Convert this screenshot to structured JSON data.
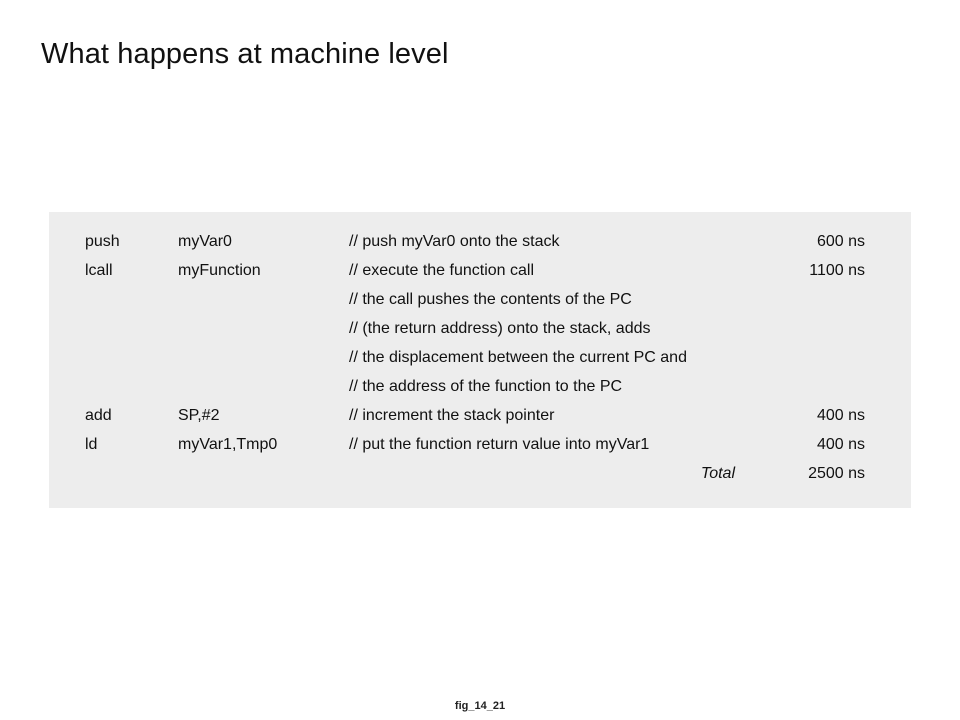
{
  "title": "What happens at machine level",
  "rows": [
    {
      "op": "push",
      "arg": "myVar0",
      "comment": "// push myVar0 onto the stack",
      "time": "600 ns"
    },
    {
      "op": "lcall",
      "arg": "myFunction",
      "comment": "// execute the function call",
      "time": "1100 ns"
    },
    {
      "op": "",
      "arg": "",
      "comment": "// the call pushes the contents of the PC",
      "time": ""
    },
    {
      "op": "",
      "arg": "",
      "comment": "// (the return address) onto the stack, adds",
      "time": ""
    },
    {
      "op": "",
      "arg": "",
      "comment": "// the displacement between the current PC and",
      "time": ""
    },
    {
      "op": "",
      "arg": "",
      "comment": "// the address of the function to the PC",
      "time": ""
    },
    {
      "op": "add",
      "arg": "SP,#2",
      "comment": "// increment the stack pointer",
      "time": "400 ns"
    },
    {
      "op": "ld",
      "arg": "myVar1,Tmp0",
      "comment": "// put the function return value into myVar1",
      "time": "400 ns"
    }
  ],
  "total": {
    "label": "Total",
    "time": "2500 ns"
  },
  "caption": "fig_14_21"
}
